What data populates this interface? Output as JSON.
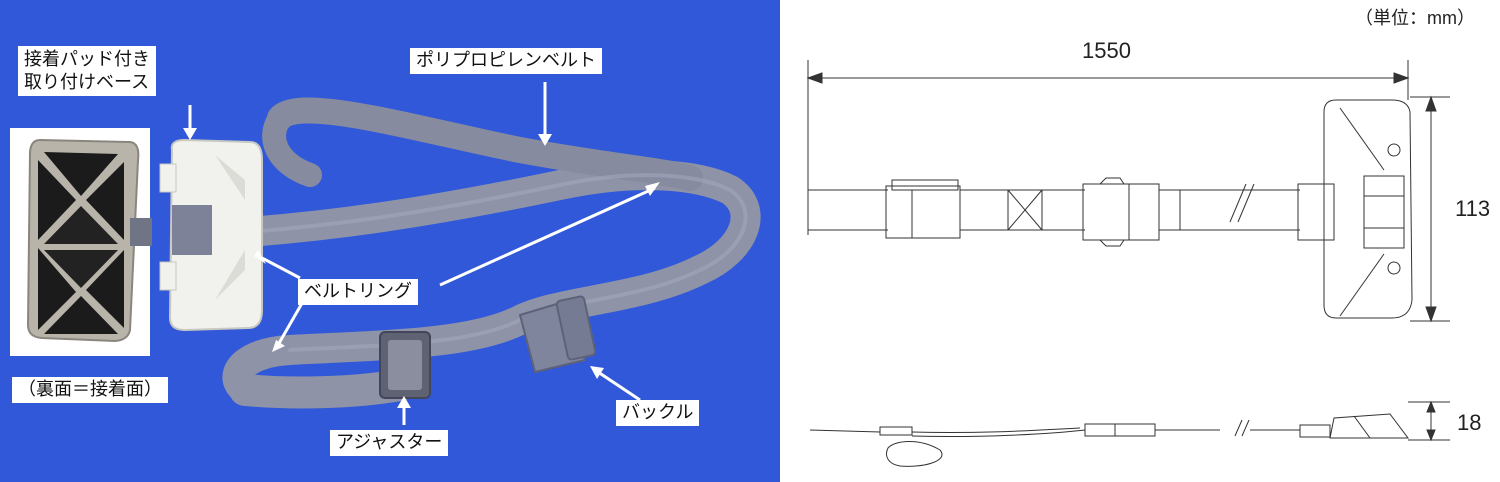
{
  "photo": {
    "labels": {
      "base_line1": "接着パッド付き",
      "base_line2": "取り付けベース",
      "belt": "ポリプロピレンベルト",
      "ring": "ベルトリング",
      "back": "（裏面＝接着面）",
      "adjuster": "アジャスター",
      "buckle": "バックル"
    },
    "colors": {
      "background": "#2d55d6",
      "belt": "#8e93a8",
      "base": "#f1f1ee",
      "pad": "#1b1b1b"
    }
  },
  "drawing": {
    "unit": "（単位：mm）",
    "length": "1550",
    "width": "113",
    "thickness": "18"
  }
}
